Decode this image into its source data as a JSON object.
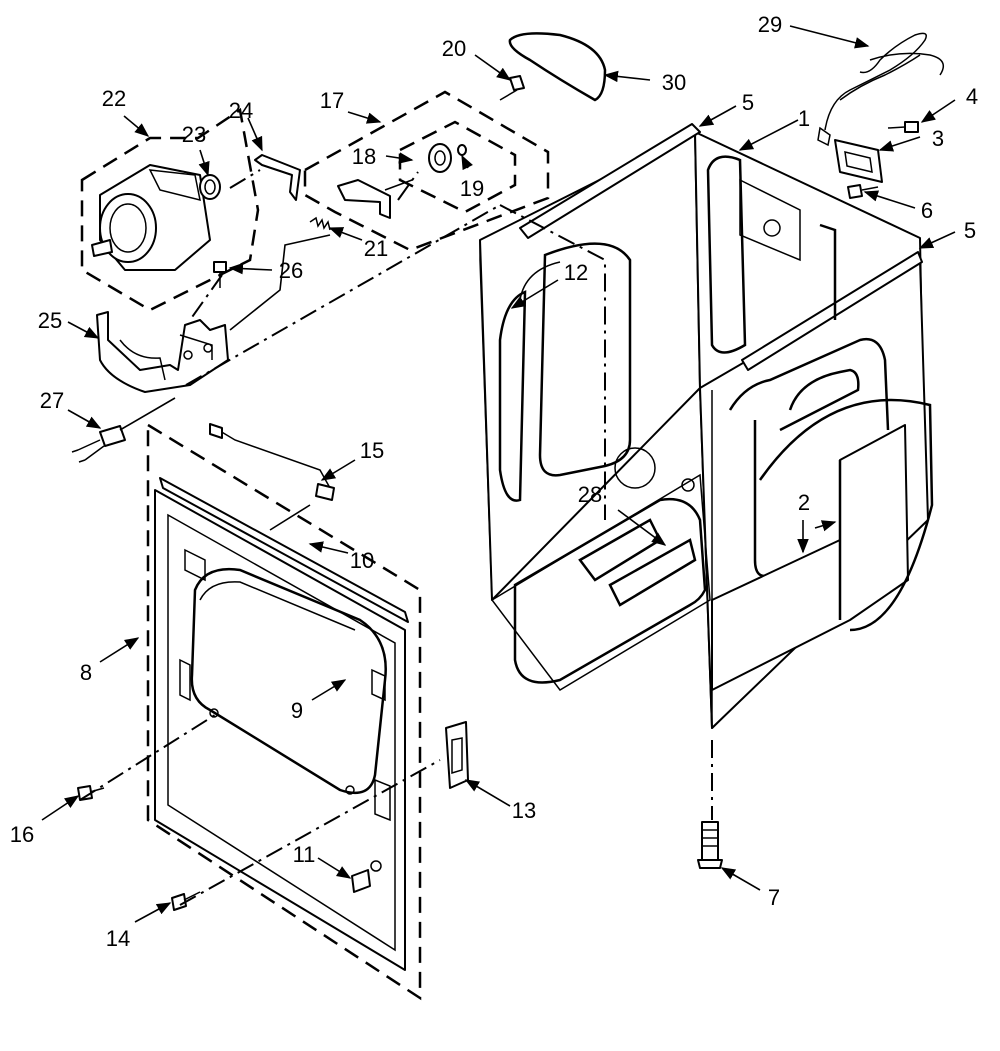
{
  "diagram": {
    "callouts": [
      "1",
      "2",
      "3",
      "4",
      "5",
      "5",
      "6",
      "7",
      "8",
      "9",
      "10",
      "11",
      "12",
      "13",
      "14",
      "15",
      "16",
      "17",
      "18",
      "19",
      "20",
      "21",
      "22",
      "23",
      "24",
      "25",
      "26",
      "27",
      "28",
      "29",
      "30"
    ]
  }
}
